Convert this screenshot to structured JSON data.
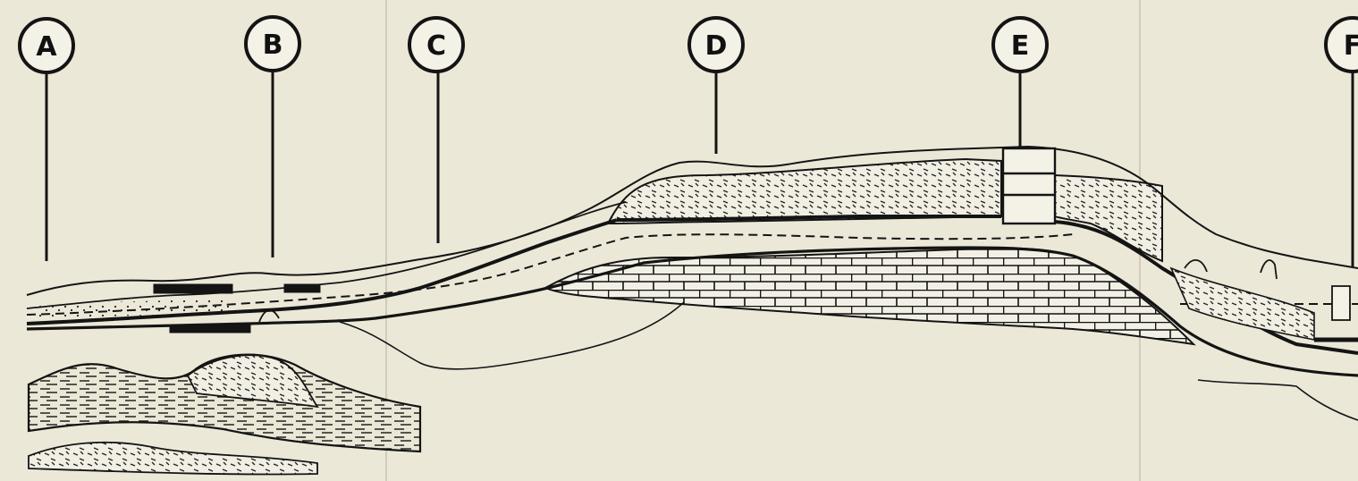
{
  "diagram": {
    "markers": [
      "A",
      "B",
      "C",
      "D",
      "E",
      "F"
    ],
    "colors": {
      "paper": "#ece8d8",
      "ink": "#141414",
      "fold": "#c9c3ae"
    }
  }
}
